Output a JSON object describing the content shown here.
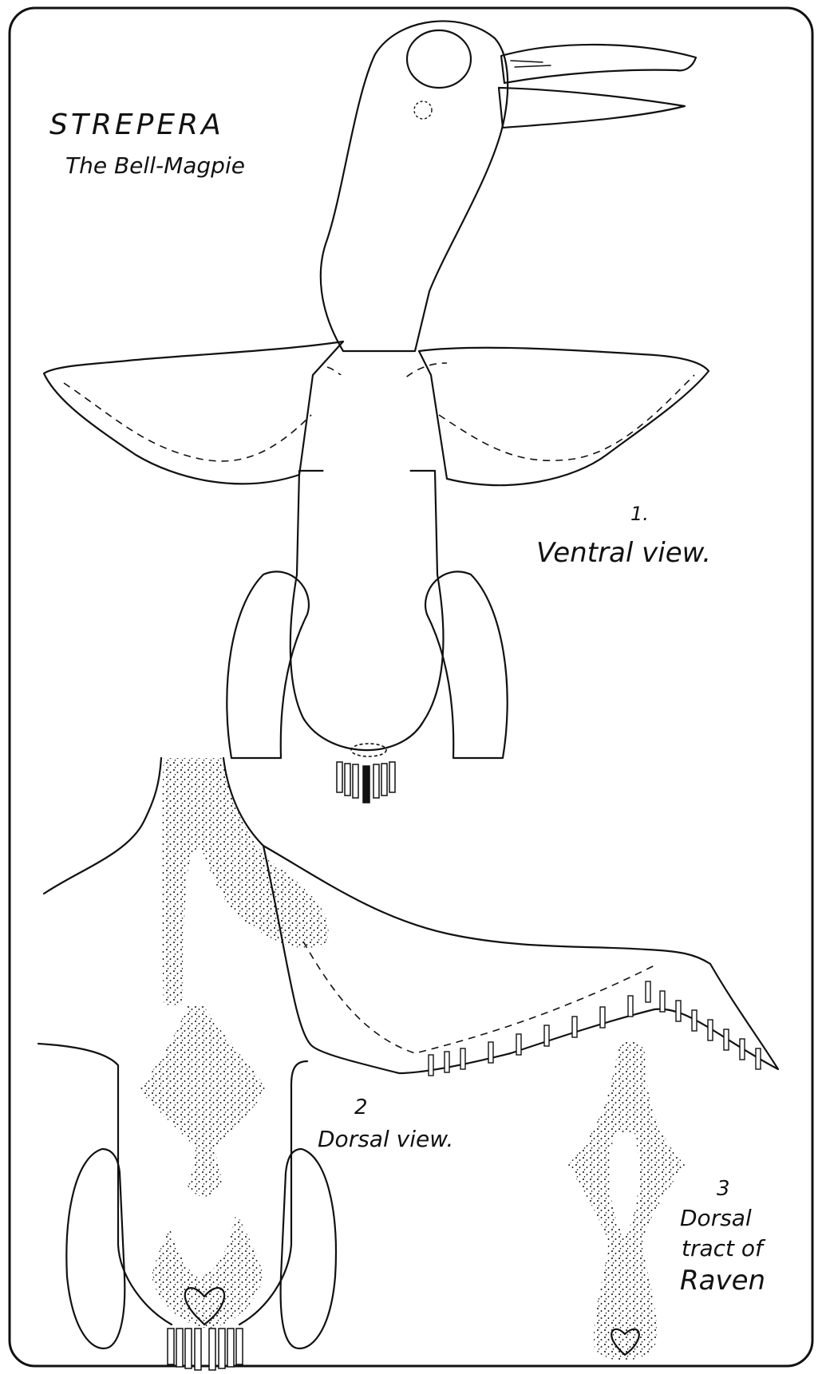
{
  "plate": {
    "title": "STREPERA",
    "subtitle": "The Bell-Magpie"
  },
  "figures": [
    {
      "number": "1.",
      "caption": "Ventral view."
    },
    {
      "number": "2",
      "caption": "Dorsal view."
    },
    {
      "number": "3",
      "caption_lines": [
        "Dorsal",
        "tract of",
        "Raven"
      ]
    }
  ]
}
